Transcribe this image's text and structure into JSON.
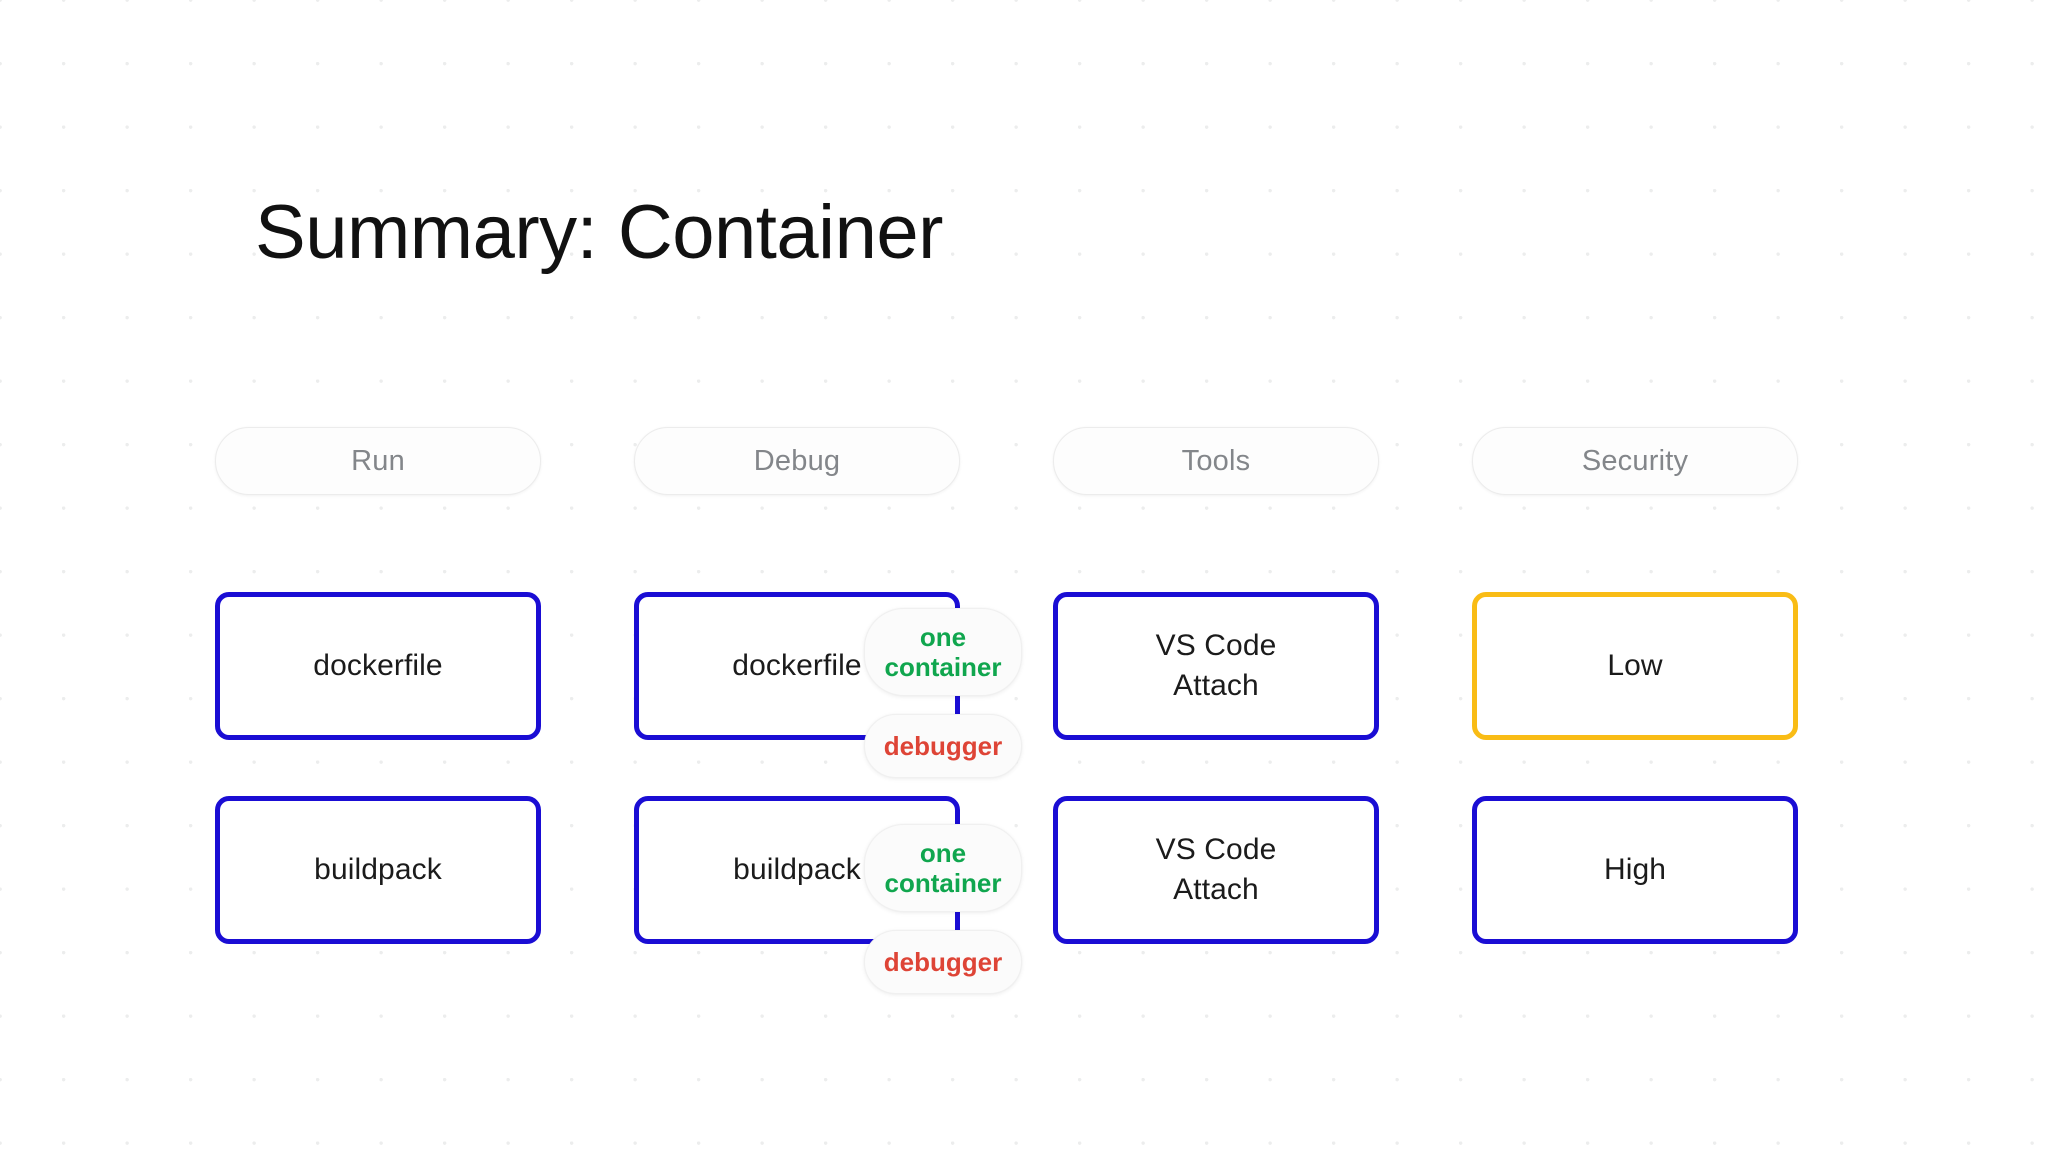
{
  "slide": {
    "title": "Summary: Container",
    "background": "#ffffff",
    "dot_color": "#eceded"
  },
  "colors": {
    "accent_blue": "#1A0DD4",
    "accent_yellow": "#F9BC15",
    "chip_green": "#10A64E",
    "chip_red": "#DE4436",
    "pill_text": "#83868a",
    "card_text": "#1b1b1b"
  },
  "columns": [
    {
      "id": "run",
      "label": "Run"
    },
    {
      "id": "debug",
      "label": "Debug"
    },
    {
      "id": "tools",
      "label": "Tools"
    },
    {
      "id": "security",
      "label": "Security"
    }
  ],
  "rows": [
    {
      "id": "row-dockerfile",
      "cells": [
        {
          "column": "run",
          "label": "dockerfile",
          "accent": "blue"
        },
        {
          "column": "debug",
          "label": "dockerfile",
          "accent": "blue",
          "chips": [
            {
              "id": "one-container",
              "line1": "one",
              "line2": "container",
              "tone": "green"
            },
            {
              "id": "debugger",
              "line1": "debugger",
              "tone": "red"
            }
          ]
        },
        {
          "column": "tools",
          "label": "VS Code\nAttach",
          "accent": "blue"
        },
        {
          "column": "security",
          "label": "Low",
          "accent": "yellow"
        }
      ]
    },
    {
      "id": "row-buildpack",
      "cells": [
        {
          "column": "run",
          "label": "buildpack",
          "accent": "blue"
        },
        {
          "column": "debug",
          "label": "buildpack",
          "accent": "blue",
          "chips": [
            {
              "id": "one-container",
              "line1": "one",
              "line2": "container",
              "tone": "green"
            },
            {
              "id": "debugger",
              "line1": "debugger",
              "tone": "red"
            }
          ]
        },
        {
          "column": "tools",
          "label": "VS Code\nAttach",
          "accent": "blue"
        },
        {
          "column": "security",
          "label": "High",
          "accent": "blue"
        }
      ]
    }
  ],
  "cards": {
    "r0c0_label": "dockerfile",
    "r0c1_label": "dockerfile",
    "r0c2_line1": "VS Code",
    "r0c2_line2": "Attach",
    "r0c3_label": "Low",
    "r1c0_label": "buildpack",
    "r1c1_label": "buildpack",
    "r1c2_line1": "VS Code",
    "r1c2_line2": "Attach",
    "r1c3_label": "High"
  },
  "chips": {
    "r0_container_line1": "one",
    "r0_container_line2": "container",
    "r0_debugger": "debugger",
    "r1_container_line1": "one",
    "r1_container_line2": "container",
    "r1_debugger": "debugger"
  }
}
